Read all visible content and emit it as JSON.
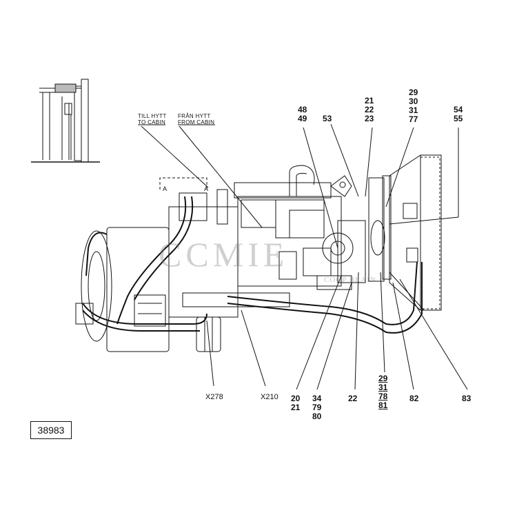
{
  "figure_id": "38983",
  "direction_labels": {
    "to_cabin_sv": "TILL HYTT",
    "to_cabin_en": "TO CABIN",
    "from_cabin_sv": "FRÅN HYTT",
    "from_cabin_en": "FROM CABIN"
  },
  "section_marks": [
    "A",
    "A"
  ],
  "callouts": {
    "c48_49": "48\n49",
    "c53": "53",
    "c21_22_23": "21\n22\n23",
    "c29_30_31_77": "29\n30\n31\n77",
    "c54_55": "54\n55",
    "x278": "X278",
    "x210": "X210",
    "c20_21": "20\n21",
    "c34_79_80": "34\n79\n80",
    "c22": "22",
    "c29_31_78_81": "29\n31\n78\n81",
    "c82": "82",
    "c83": "83"
  },
  "watermark": {
    "main": "CCMIE",
    "sub": "COOP BRAIN"
  }
}
